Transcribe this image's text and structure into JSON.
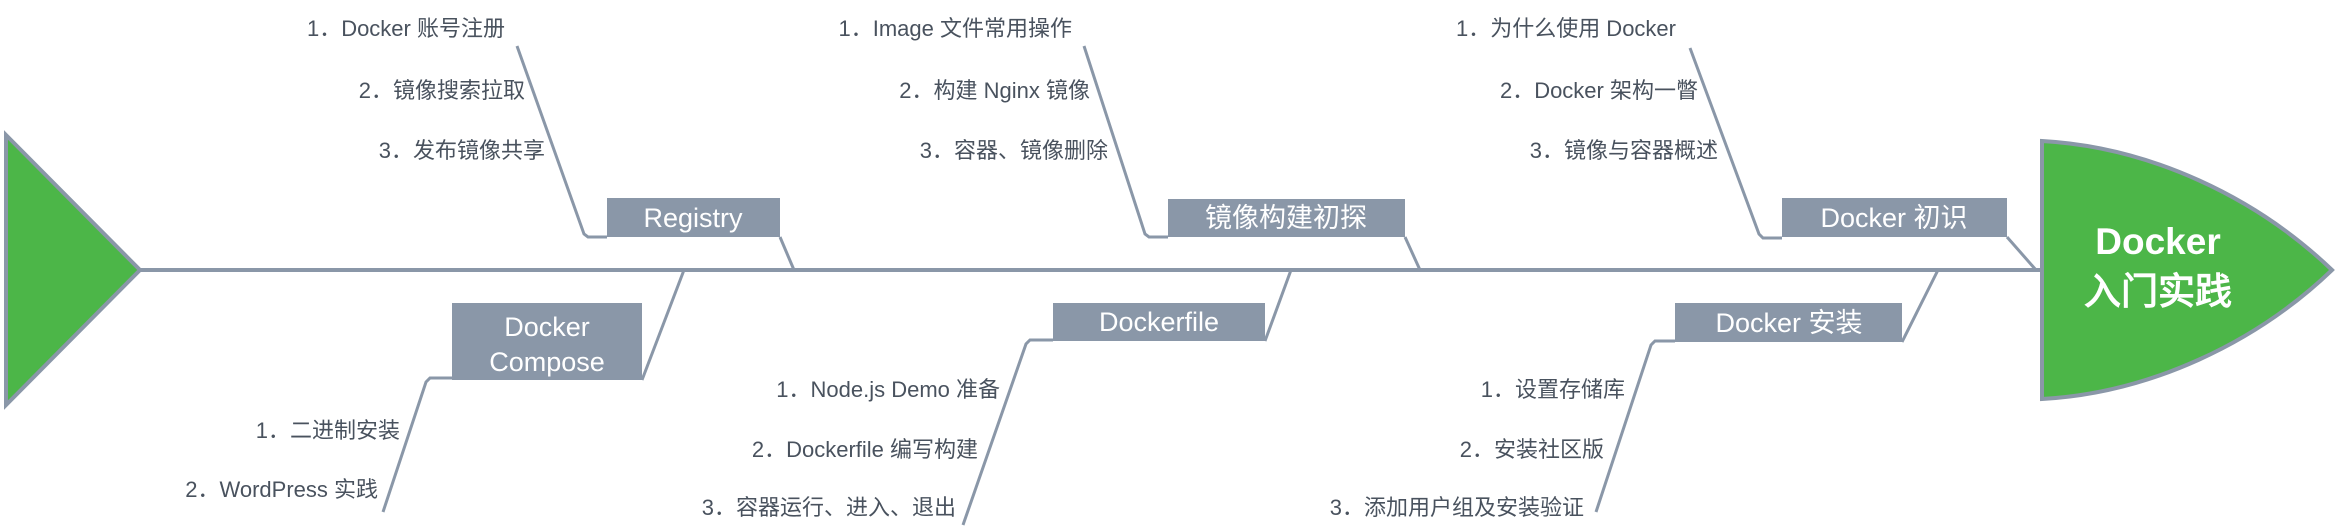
{
  "diagram": {
    "type": "fishbone",
    "head": {
      "title": "Docker 入门实践",
      "title_lines": [
        "Docker",
        "入门实践"
      ]
    },
    "branches_top": [
      {
        "label": "Registry",
        "items": [
          "1．Docker 账号注册",
          "2．镜像搜索拉取",
          "3．发布镜像共享"
        ]
      },
      {
        "label": "镜像构建初探",
        "items": [
          "1．Image 文件常用操作",
          "2．构建 Nginx 镜像",
          "3．容器、镜像删除"
        ]
      },
      {
        "label": "Docker 初识",
        "items": [
          "1．为什么使用 Docker",
          "2．Docker 架构一瞥",
          "3．镜像与容器概述"
        ]
      }
    ],
    "branches_bottom": [
      {
        "label": "Docker Compose",
        "label_lines": [
          "Docker",
          "Compose"
        ],
        "items": [
          "1．二进制安装",
          "2．WordPress 实践"
        ]
      },
      {
        "label": "Dockerfile",
        "items": [
          "1．Node.js Demo 准备",
          "2．Dockerfile 编写构建",
          "3．容器运行、进入、退出"
        ]
      },
      {
        "label": "Docker 安装",
        "items": [
          "1．设置存储库",
          "2．安装社区版",
          "3．添加用户组及安装验证"
        ]
      }
    ]
  },
  "colors": {
    "green": "#4cb648",
    "line_gray": "#8a97a8",
    "box_gray": "#8a97a8",
    "item_text": "#49525e",
    "label_text": "#ffffff"
  }
}
